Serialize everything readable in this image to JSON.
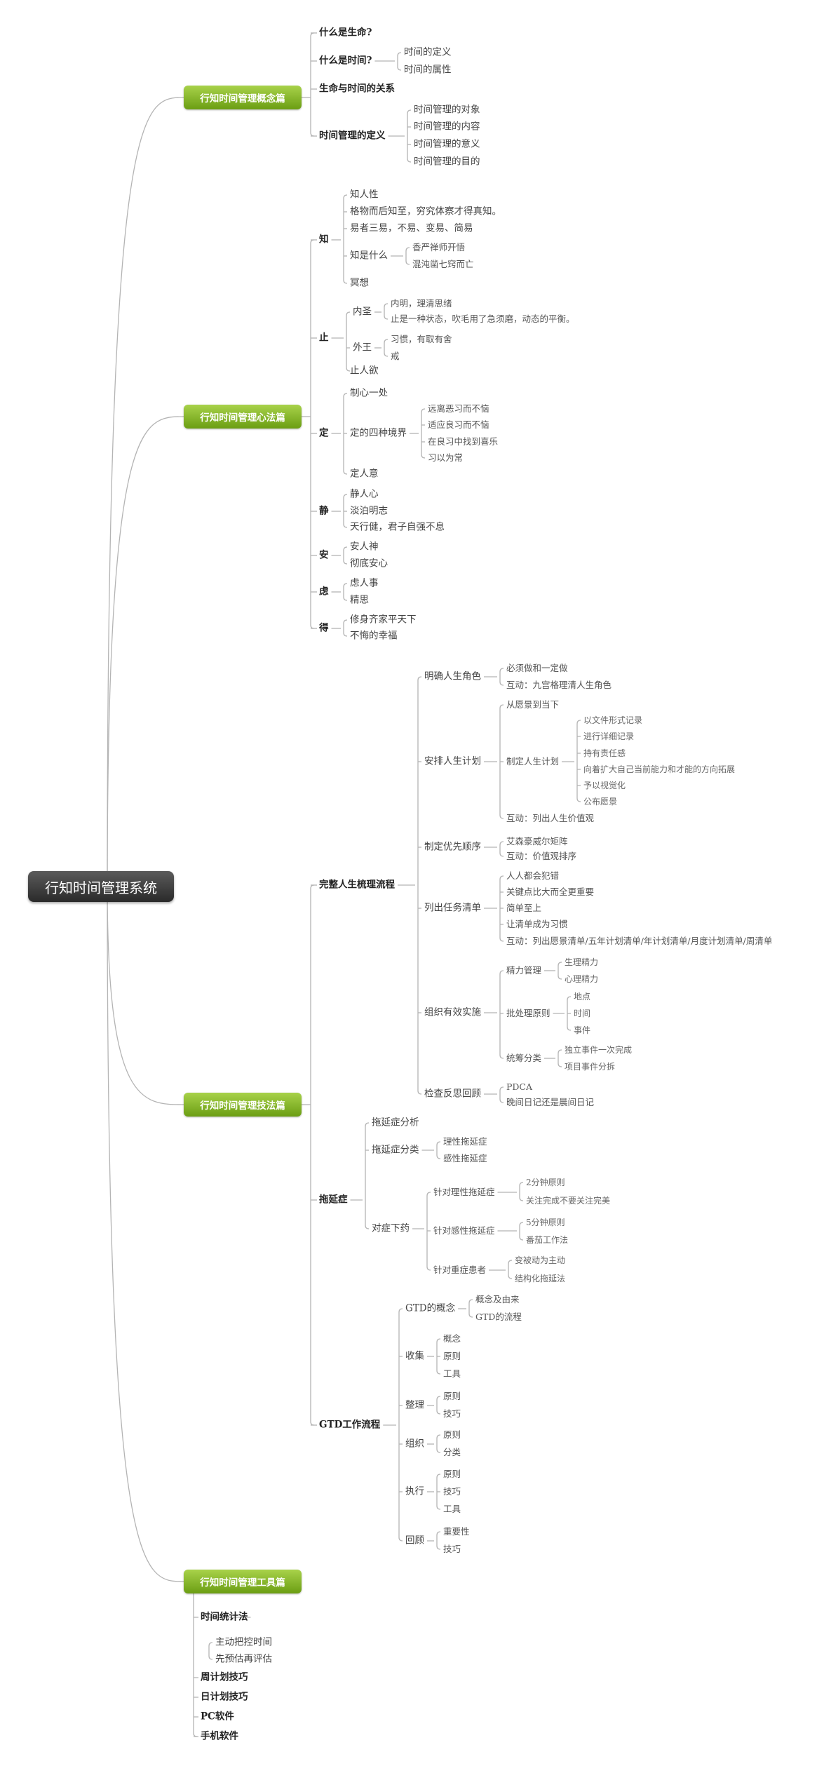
{
  "root": "行知时间管理系统",
  "branches": [
    {
      "label": "行知时间管理概念篇",
      "children": [
        {
          "label": "什么是生命?"
        },
        {
          "label": "什么是时间?",
          "children": [
            {
              "label": "时间的定义"
            },
            {
              "label": "时间的属性"
            }
          ]
        },
        {
          "label": "生命与时间的关系"
        },
        {
          "label": "时间管理的定义",
          "children": [
            {
              "label": "时间管理的对象"
            },
            {
              "label": "时间管理的内容"
            },
            {
              "label": "时间管理的意义"
            },
            {
              "label": "时间管理的目的"
            }
          ]
        }
      ]
    },
    {
      "label": "行知时间管理心法篇",
      "children": [
        {
          "label": "知",
          "children": [
            {
              "label": "知人性"
            },
            {
              "label": "格物而后知至，穷究体察才得真知。"
            },
            {
              "label": "易者三易，不易、变易、简易"
            },
            {
              "label": "知是什么",
              "children": [
                {
                  "label": "香严禅师开悟"
                },
                {
                  "label": "混沌凿七窍而亡"
                }
              ]
            },
            {
              "label": "冥想"
            }
          ]
        },
        {
          "label": "止",
          "children": [
            {
              "label": "内圣",
              "children": [
                {
                  "label": "内明，理清思绪"
                },
                {
                  "label": "止是一种状态，吹毛用了急须磨，动态的平衡。"
                }
              ]
            },
            {
              "label": "外王",
              "children": [
                {
                  "label": "习惯，有取有舍"
                },
                {
                  "label": "戒"
                }
              ]
            },
            {
              "label": "止人欲"
            }
          ]
        },
        {
          "label": "定",
          "children": [
            {
              "label": "制心一处"
            },
            {
              "label": "定的四种境界",
              "children": [
                {
                  "label": "远离恶习而不恼"
                },
                {
                  "label": "适应良习而不恼"
                },
                {
                  "label": "在良习中找到喜乐"
                },
                {
                  "label": "习以为常"
                }
              ]
            },
            {
              "label": "定人意"
            }
          ]
        },
        {
          "label": "静",
          "children": [
            {
              "label": "静人心"
            },
            {
              "label": "淡泊明志"
            },
            {
              "label": "天行健，君子自强不息"
            }
          ]
        },
        {
          "label": "安",
          "children": [
            {
              "label": "安人神"
            },
            {
              "label": "彻底安心"
            }
          ]
        },
        {
          "label": "虑",
          "children": [
            {
              "label": "虑人事"
            },
            {
              "label": "精思"
            }
          ]
        },
        {
          "label": "得",
          "children": [
            {
              "label": "修身齐家平天下"
            },
            {
              "label": "不悔的幸福"
            }
          ]
        }
      ]
    },
    {
      "label": "行知时间管理技法篇",
      "children": [
        {
          "label": "完整人生梳理流程",
          "children": [
            {
              "label": "明确人生角色",
              "children": [
                {
                  "label": "必须做和一定做"
                },
                {
                  "label": "互动：九宫格理清人生角色"
                }
              ]
            },
            {
              "label": "安排人生计划",
              "children": [
                {
                  "label": "从愿景到当下"
                },
                {
                  "label": "制定人生计划",
                  "children": [
                    {
                      "label": "以文件形式记录"
                    },
                    {
                      "label": "进行详细记录"
                    },
                    {
                      "label": "持有责任感"
                    },
                    {
                      "label": "向着扩大自己当前能力和才能的方向拓展"
                    },
                    {
                      "label": "予以视觉化"
                    },
                    {
                      "label": "公布愿景"
                    }
                  ]
                },
                {
                  "label": "互动：列出人生价值观"
                }
              ]
            },
            {
              "label": "制定优先顺序",
              "children": [
                {
                  "label": "艾森豪威尔矩阵"
                },
                {
                  "label": "互动：价值观排序"
                }
              ]
            },
            {
              "label": "列出任务清单",
              "children": [
                {
                  "label": "人人都会犯错"
                },
                {
                  "label": "关键点比大而全更重要"
                },
                {
                  "label": "简单至上"
                },
                {
                  "label": "让清单成为习惯"
                },
                {
                  "label": "互动：列出愿景清单/五年计划清单/年计划清单/月度计划清单/周清单"
                }
              ]
            },
            {
              "label": "组织有效实施",
              "children": [
                {
                  "label": "精力管理",
                  "children": [
                    {
                      "label": "生理精力"
                    },
                    {
                      "label": "心理精力"
                    }
                  ]
                },
                {
                  "label": "批处理原则",
                  "children": [
                    {
                      "label": "地点"
                    },
                    {
                      "label": "时间"
                    },
                    {
                      "label": "事件"
                    }
                  ]
                },
                {
                  "label": "统筹分类",
                  "children": [
                    {
                      "label": "独立事件一次完成"
                    },
                    {
                      "label": "项目事件分拆"
                    }
                  ]
                }
              ]
            },
            {
              "label": "检查反思回顾",
              "children": [
                {
                  "label": "PDCA"
                },
                {
                  "label": "晚间日记还是晨间日记"
                }
              ]
            }
          ]
        },
        {
          "label": "拖延症",
          "children": [
            {
              "label": "拖延症分析"
            },
            {
              "label": "拖延症分类",
              "children": [
                {
                  "label": "理性拖延症"
                },
                {
                  "label": "感性拖延症"
                }
              ]
            },
            {
              "label": "对症下药",
              "children": [
                {
                  "label": "针对理性拖延症",
                  "children": [
                    {
                      "label": "2分钟原则"
                    },
                    {
                      "label": "关注完成不要关注完美"
                    }
                  ]
                },
                {
                  "label": "针对感性拖延症",
                  "children": [
                    {
                      "label": "5分钟原则"
                    },
                    {
                      "label": "番茄工作法"
                    }
                  ]
                },
                {
                  "label": "针对重症患者",
                  "children": [
                    {
                      "label": "变被动为主动"
                    },
                    {
                      "label": "结构化拖延法"
                    }
                  ]
                }
              ]
            }
          ]
        },
        {
          "label": "GTD工作流程",
          "children": [
            {
              "label": "GTD的概念",
              "children": [
                {
                  "label": "概念及由来"
                },
                {
                  "label": "GTD的流程"
                }
              ]
            },
            {
              "label": "收集",
              "children": [
                {
                  "label": "概念"
                },
                {
                  "label": "原则"
                },
                {
                  "label": "工具"
                }
              ]
            },
            {
              "label": "整理",
              "children": [
                {
                  "label": "原则"
                },
                {
                  "label": "技巧"
                }
              ]
            },
            {
              "label": "组织",
              "children": [
                {
                  "label": "原则"
                },
                {
                  "label": "分类"
                }
              ]
            },
            {
              "label": "执行",
              "children": [
                {
                  "label": "原则"
                },
                {
                  "label": "技巧"
                },
                {
                  "label": "工具"
                }
              ]
            },
            {
              "label": "回顾",
              "children": [
                {
                  "label": "重要性"
                },
                {
                  "label": "技巧"
                }
              ]
            }
          ]
        }
      ]
    },
    {
      "label": "行知时间管理工具篇",
      "children": [
        {
          "label": "时间统计法",
          "children": [
            {
              "label": "主动把控时间"
            },
            {
              "label": "先预估再评估"
            }
          ]
        },
        {
          "label": "周计划技巧"
        },
        {
          "label": "日计划技巧"
        },
        {
          "label": "PC软件"
        },
        {
          "label": "手机软件"
        }
      ]
    }
  ],
  "colors": {
    "branch_top": "#a8d24a",
    "branch_bottom": "#6b9e13",
    "root": "#3a3a3a",
    "line": "#b4b4b4"
  }
}
